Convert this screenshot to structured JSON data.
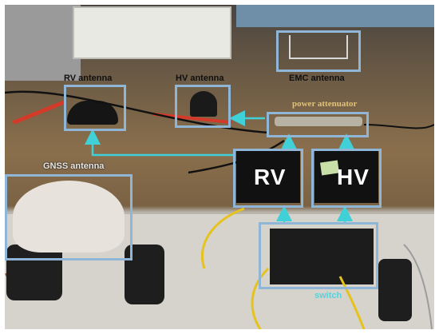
{
  "labels": {
    "rv_antenna": "RV antenna",
    "hv_antenna": "HV antenna",
    "emc_antenna": "EMC antenna",
    "power_attenuator": "power attenuator",
    "gnss_antenna": "GNSS antenna",
    "rv_device": "RV",
    "hv_device": "HV",
    "switch": "switch"
  },
  "colors": {
    "box_border": "#8fb6d6",
    "arrow": "#3fd0d8",
    "cable_yellow": "#e6c21a",
    "tape_red": "#d43a2a"
  }
}
